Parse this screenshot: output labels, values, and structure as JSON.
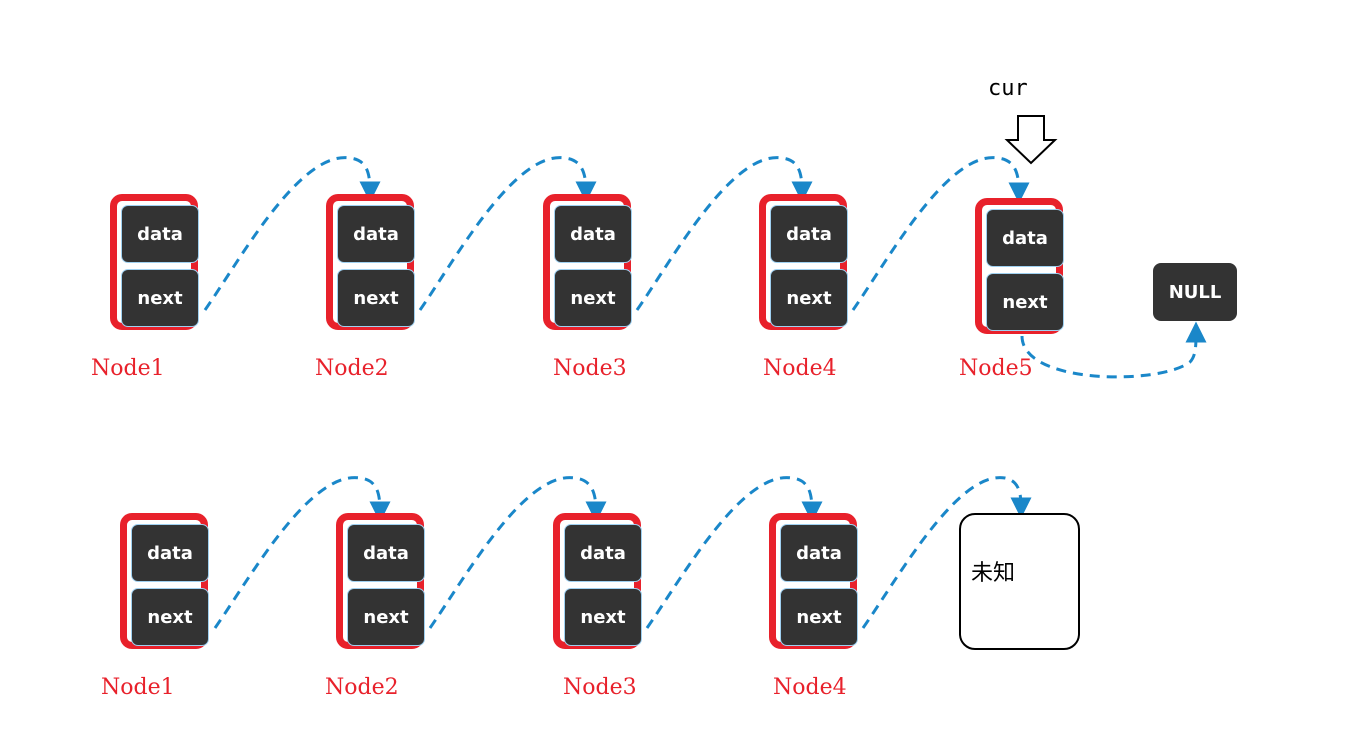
{
  "cell_labels": {
    "data": "data",
    "next": "next"
  },
  "null_label": "NULL",
  "cur_label": "cur",
  "unknown_label": "未知",
  "colors": {
    "node_border": "#e8212b",
    "cell_fill": "#333333",
    "link": "#1a87c9",
    "label": "#e8212b"
  },
  "top_row": {
    "nodes": [
      {
        "label": "Node1"
      },
      {
        "label": "Node2"
      },
      {
        "label": "Node3"
      },
      {
        "label": "Node4"
      },
      {
        "label": "Node5"
      }
    ]
  },
  "bottom_row": {
    "nodes": [
      {
        "label": "Node1"
      },
      {
        "label": "Node2"
      },
      {
        "label": "Node3"
      },
      {
        "label": "Node4"
      }
    ]
  }
}
